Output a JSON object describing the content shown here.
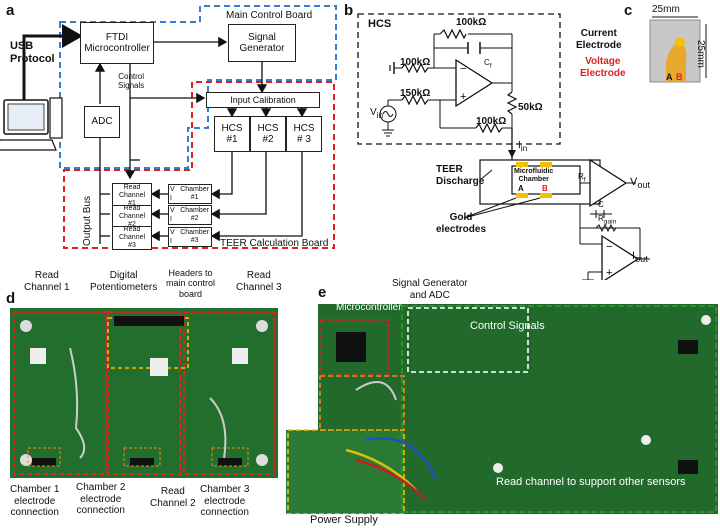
{
  "panels": {
    "a": "a",
    "b": "b",
    "c": "c",
    "d": "d",
    "e": "e"
  },
  "a": {
    "usb": "USB\nProtocol",
    "main_board": "Main Control Board",
    "ftdi": "FTDI\nMicrocontroller",
    "siggen": "Signal\nGenerator",
    "control_signals": "Control\nSignals",
    "input_cal": "Input Calibration",
    "adc": "ADC",
    "hcs1": "HCS\n#1",
    "hcs2": "HCS\n#2",
    "hcs3": "HCS\n# 3",
    "output_bus": "Output Bus",
    "read1": "Read\nChannel\n#1",
    "read2": "Read\nChannel\n#2",
    "read3": "Read\nChannel\n#3",
    "ch1": "Chamber\n#1",
    "ch2": "Chamber\n#2",
    "ch3": "Chamber\n#3",
    "v": "V",
    "i": "I",
    "teer_board": "TEER Calculation Board"
  },
  "b": {
    "hcs": "HCS",
    "r100a": "100kΩ",
    "cf": "C",
    "cf_sub": "f",
    "r100b": "100kΩ",
    "r150": "150kΩ",
    "r50": "50kΩ",
    "r100c": "100kΩ",
    "vin": "V",
    "vin_sub": "in",
    "iin": "I",
    "iin_sub": "in",
    "teer": "TEER\nDischarge",
    "chamber": "Microfluidic\nChamber",
    "a": "A",
    "bb": "B",
    "gold": "Gold\nelectrodes",
    "vout": "V",
    "vout_sub": "out",
    "iout": "I",
    "iout_sub": "out",
    "rf": "R",
    "rf_sub": "f",
    "rgain": "R",
    "rgain_sub": "gain",
    "c2": "C"
  },
  "c": {
    "dim_h": "25mm",
    "dim_v": "25mm",
    "current": "Current\nElectrode",
    "voltage": "Voltage\nElectrode",
    "a": "A",
    "b": "B"
  },
  "d": {
    "read1": "Read\nChannel 1",
    "digipot": "Digital\nPotentiometers",
    "headers": "Headers to\nmain control\nboard",
    "read3": "Read\nChannel 3",
    "ch1": "Chamber 1\nelectrode\nconnection",
    "ch2": "Chamber 2\nelectrode\nconnection",
    "read2": "Read\nChannel 2",
    "ch3": "Chamber 3\nelectrode\nconnection"
  },
  "e": {
    "siggen": "Signal Generator\nand ADC",
    "micro": "Microcontroller",
    "control": "Control Signals",
    "read": "Read channel to support other sensors",
    "power": "Power Supply"
  },
  "colors": {
    "blue": "#2f7fd6",
    "red": "#e02020",
    "green": "#2e9d2e",
    "orange": "#f08a1c",
    "yellow": "#f2c200",
    "white": "#ffffff",
    "pcb": "#1f6b2a"
  }
}
